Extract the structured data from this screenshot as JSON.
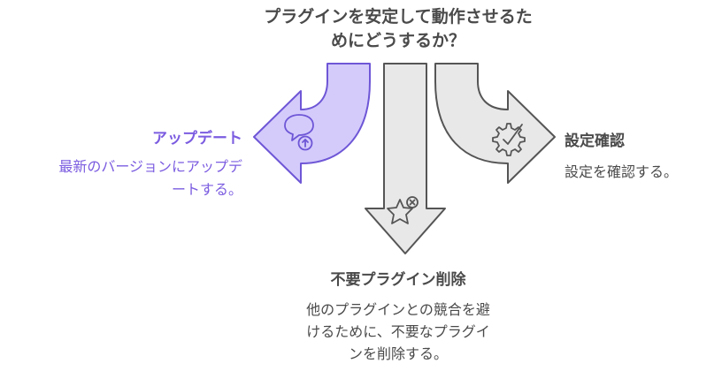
{
  "question": {
    "line1": "プラグインを安定して動作させるた",
    "line2": "めにどうするか？"
  },
  "branches": {
    "update": {
      "title": "アップデート",
      "desc_line1": "最新のバージョンにアップデ",
      "desc_line2": "ートする。",
      "icon": "chat-upload-icon"
    },
    "remove": {
      "title": "不要プラグイン削除",
      "desc_line1": "他のプラグインとの競合を避",
      "desc_line2": "けるために、不要なプラグイ",
      "desc_line3": "ンを削除する。",
      "icon": "star-remove-icon"
    },
    "verify": {
      "title": "設定確認",
      "desc_line1": "設定を確認する。",
      "icon": "gear-check-icon"
    }
  },
  "colors": {
    "purple_fill": "#d4cbfb",
    "purple_stroke": "#6e56d6",
    "purple_text": "#7b5ce0",
    "gray_fill": "#e8e8e8",
    "gray_stroke": "#555555",
    "dark_text": "#4a4a4a"
  }
}
